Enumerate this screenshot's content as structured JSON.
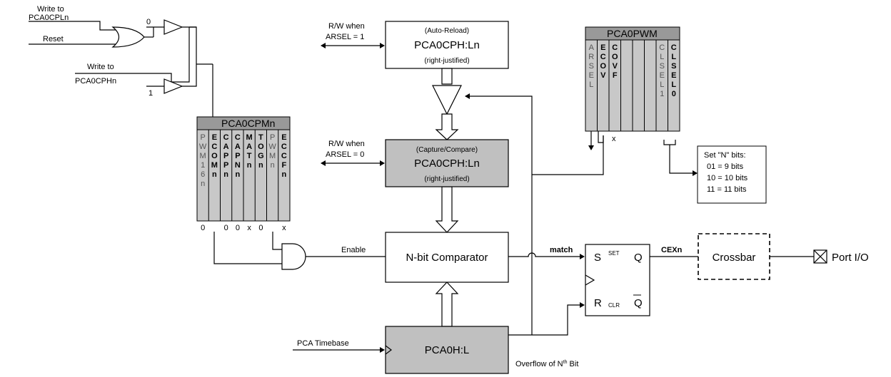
{
  "signals": {
    "write_pcaocpln_1": "Write to",
    "write_pcaocpln_2": "PCA0CPLn",
    "reset": "Reset",
    "write_pcaocphn_1": "Write to",
    "write_pcaocphn_2": "PCA0CPHn",
    "zero": "0",
    "one": "1",
    "rw_arsel1_1": "R/W when",
    "rw_arsel1_2": "ARSEL = 1",
    "rw_arsel0_1": "R/W when",
    "rw_arsel0_2": "ARSEL = 0",
    "enable": "Enable",
    "match": "match",
    "cexn": "CEXn",
    "pca_timebase": "PCA Timebase",
    "overflow": "Overflow of N",
    "overflow_sup": "th",
    "overflow_tail": " Bit"
  },
  "blocks": {
    "autoreload_top": "(Auto-Reload)",
    "autoreload_main": "PCA0CPH:Ln",
    "autoreload_bottom": "(right-justified)",
    "capture_top": "(Capture/Compare)",
    "capture_main": "PCA0CPH:Ln",
    "capture_bottom": "(right-justified)",
    "comparator": "N-bit Comparator",
    "counter": "PCA0H:L",
    "crossbar": "Crossbar",
    "port_io": "Port I/O"
  },
  "flipflop": {
    "s": "S",
    "set": "SET",
    "q": "Q",
    "r": "R",
    "clr": "CLR",
    "qbar": "Q"
  },
  "pcaocpmn": {
    "title": "PCA0CPMn",
    "bits": [
      {
        "chars": [
          "P",
          "W",
          "M",
          "1",
          "6",
          "n"
        ],
        "active": false
      },
      {
        "chars": [
          "E",
          "C",
          "O",
          "M",
          "n"
        ],
        "active": true
      },
      {
        "chars": [
          "C",
          "A",
          "P",
          "P",
          "n"
        ],
        "active": true
      },
      {
        "chars": [
          "C",
          "A",
          "P",
          "N",
          "n"
        ],
        "active": true
      },
      {
        "chars": [
          "M",
          "A",
          "T",
          "n"
        ],
        "active": true
      },
      {
        "chars": [
          "T",
          "O",
          "G",
          "n"
        ],
        "active": true
      },
      {
        "chars": [
          "P",
          "W",
          "M",
          "n"
        ],
        "active": false
      },
      {
        "chars": [
          "E",
          "C",
          "C",
          "F",
          "n"
        ],
        "active": true
      }
    ],
    "values": [
      "0",
      "",
      "0",
      "0",
      "x",
      "0",
      "",
      "x"
    ]
  },
  "pcaopwm": {
    "title": "PCA0PWM",
    "bits": [
      {
        "chars": [
          "A",
          "R",
          "S",
          "E",
          "L"
        ],
        "active": false
      },
      {
        "chars": [
          "E",
          "C",
          "O",
          "V"
        ],
        "active": true
      },
      {
        "chars": [
          "C",
          "O",
          "V",
          "F"
        ],
        "active": true
      },
      {
        "chars": [],
        "active": false
      },
      {
        "chars": [],
        "active": false
      },
      {
        "chars": [],
        "active": false
      },
      {
        "chars": [
          "C",
          "L",
          "S",
          "E",
          "L",
          "1"
        ],
        "active": false
      },
      {
        "chars": [
          "C",
          "L",
          "S",
          "E",
          "L",
          "0"
        ],
        "active": true
      }
    ],
    "x_label": "x"
  },
  "nbits_note": {
    "line1": "Set \"N\" bits:",
    "line2": "01 = 9 bits",
    "line3": "10 = 10 bits",
    "line4": "11 = 11 bits"
  }
}
